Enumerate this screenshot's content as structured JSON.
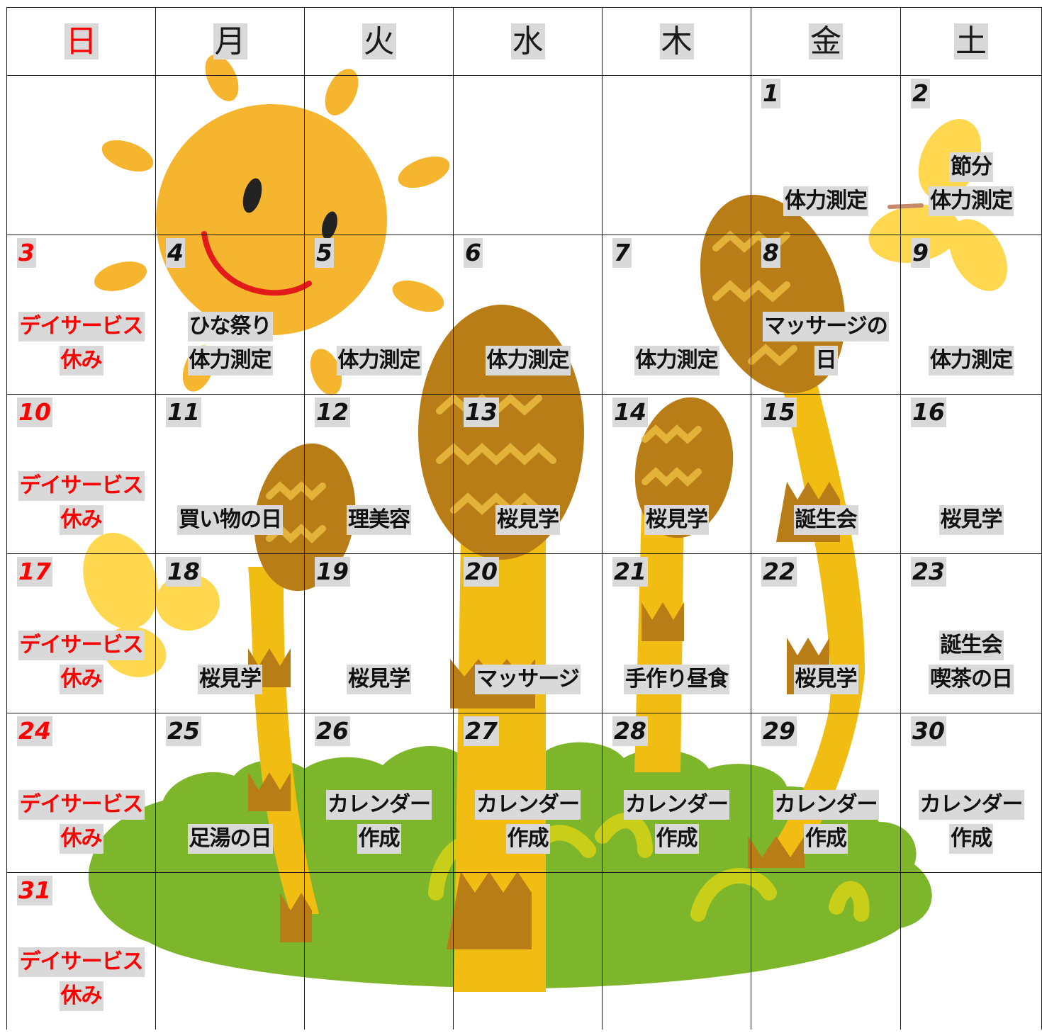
{
  "colors": {
    "sunday": "#ff0000",
    "text": "#111111",
    "highlight": "#d9d9d9",
    "grid": "#1a1a1a"
  },
  "illustration": {
    "name": "sun-horsetail-grass",
    "colors": {
      "sun": "#f6b52e",
      "cone": "#b97d17",
      "stem": "#f1bd13",
      "grass": "#7db52b",
      "butterfly": "#ffd84f"
    }
  },
  "weekdays": [
    "日",
    "月",
    "火",
    "水",
    "木",
    "金",
    "土"
  ],
  "weeks": [
    [
      {
        "day": "",
        "events": []
      },
      {
        "day": "",
        "events": []
      },
      {
        "day": "",
        "events": []
      },
      {
        "day": "",
        "events": []
      },
      {
        "day": "",
        "events": []
      },
      {
        "day": "1",
        "events": [
          "体力測定"
        ]
      },
      {
        "day": "2",
        "events": [
          "節分",
          "体力測定"
        ]
      }
    ],
    [
      {
        "day": "3",
        "events": [
          "デイサービス",
          "休み"
        ]
      },
      {
        "day": "4",
        "events": [
          "ひな祭り",
          "体力測定"
        ]
      },
      {
        "day": "5",
        "events": [
          "体力測定"
        ]
      },
      {
        "day": "6",
        "events": [
          "体力測定"
        ]
      },
      {
        "day": "7",
        "events": [
          "体力測定"
        ]
      },
      {
        "day": "8",
        "events": [
          "マッサージの",
          "日"
        ]
      },
      {
        "day": "9",
        "events": [
          "体力測定"
        ]
      }
    ],
    [
      {
        "day": "10",
        "events": [
          "デイサービス",
          "休み"
        ]
      },
      {
        "day": "11",
        "events": [
          "買い物の日"
        ]
      },
      {
        "day": "12",
        "events": [
          "理美容"
        ]
      },
      {
        "day": "13",
        "events": [
          "桜見学"
        ]
      },
      {
        "day": "14",
        "events": [
          "桜見学"
        ]
      },
      {
        "day": "15",
        "events": [
          "誕生会"
        ]
      },
      {
        "day": "16",
        "events": [
          "桜見学"
        ]
      }
    ],
    [
      {
        "day": "17",
        "events": [
          "デイサービス",
          "休み"
        ]
      },
      {
        "day": "18",
        "events": [
          "桜見学"
        ]
      },
      {
        "day": "19",
        "events": [
          "桜見学"
        ]
      },
      {
        "day": "20",
        "events": [
          "マッサージ"
        ]
      },
      {
        "day": "21",
        "events": [
          "手作り昼食"
        ]
      },
      {
        "day": "22",
        "events": [
          "桜見学"
        ]
      },
      {
        "day": "23",
        "events": [
          "誕生会",
          "喫茶の日"
        ]
      }
    ],
    [
      {
        "day": "24",
        "events": [
          "デイサービス",
          "休み"
        ]
      },
      {
        "day": "25",
        "events": [
          "足湯の日"
        ]
      },
      {
        "day": "26",
        "events": [
          "カレンダー",
          "作成"
        ]
      },
      {
        "day": "27",
        "events": [
          "カレンダー",
          "作成"
        ]
      },
      {
        "day": "28",
        "events": [
          "カレンダー",
          "作成"
        ]
      },
      {
        "day": "29",
        "events": [
          "カレンダー",
          "作成"
        ]
      },
      {
        "day": "30",
        "events": [
          "カレンダー",
          "作成"
        ]
      }
    ],
    [
      {
        "day": "31",
        "events": [
          "デイサービス",
          "休み"
        ]
      },
      {
        "day": "",
        "events": []
      },
      {
        "day": "",
        "events": []
      },
      {
        "day": "",
        "events": []
      },
      {
        "day": "",
        "events": []
      },
      {
        "day": "",
        "events": []
      },
      {
        "day": "",
        "events": []
      }
    ]
  ]
}
